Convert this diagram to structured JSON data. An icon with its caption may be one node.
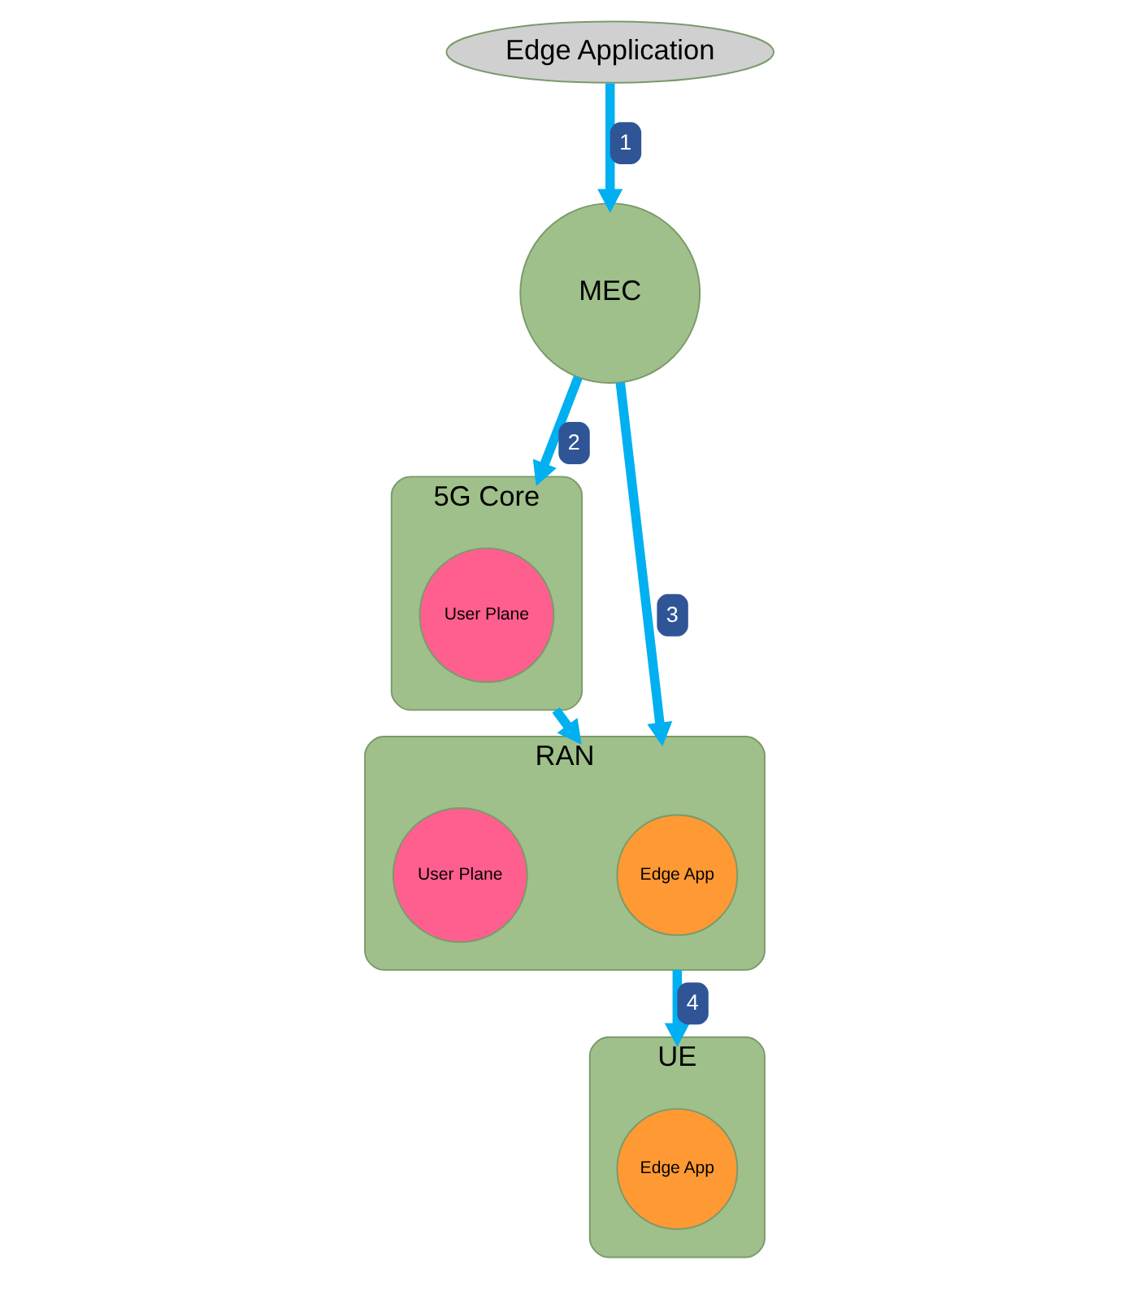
{
  "diagram": {
    "nodes": [
      {
        "text": [
          "Edge Application"
        ]
      },
      {
        "text": [
          "MEC"
        ]
      },
      {
        "text": [
          "5G Core"
        ]
      },
      {
        "text": [
          "User Plane"
        ],
        "in": 2
      },
      {
        "text": [
          "RAN"
        ]
      },
      {
        "text": [
          "Edge App"
        ],
        "in": 4
      },
      {
        "text": [
          "User Plane"
        ],
        "in": 4
      },
      {
        "text": [
          "UE"
        ]
      },
      {
        "text": [
          "Edge App"
        ],
        "in": 7
      }
    ],
    "edges": [
      {
        "from": 0,
        "to": 1,
        "arrow": "to",
        "label": "1"
      },
      {
        "from": 1,
        "to": 2,
        "arrow": "to",
        "label": "2"
      },
      {
        "from": 1,
        "to": 4,
        "arrow": "to",
        "label": "3"
      },
      {
        "from": 2,
        "to": 4,
        "arrow": "to"
      },
      {
        "from": 4,
        "to": 7,
        "arrow": "to",
        "label": "4"
      }
    ]
  }
}
